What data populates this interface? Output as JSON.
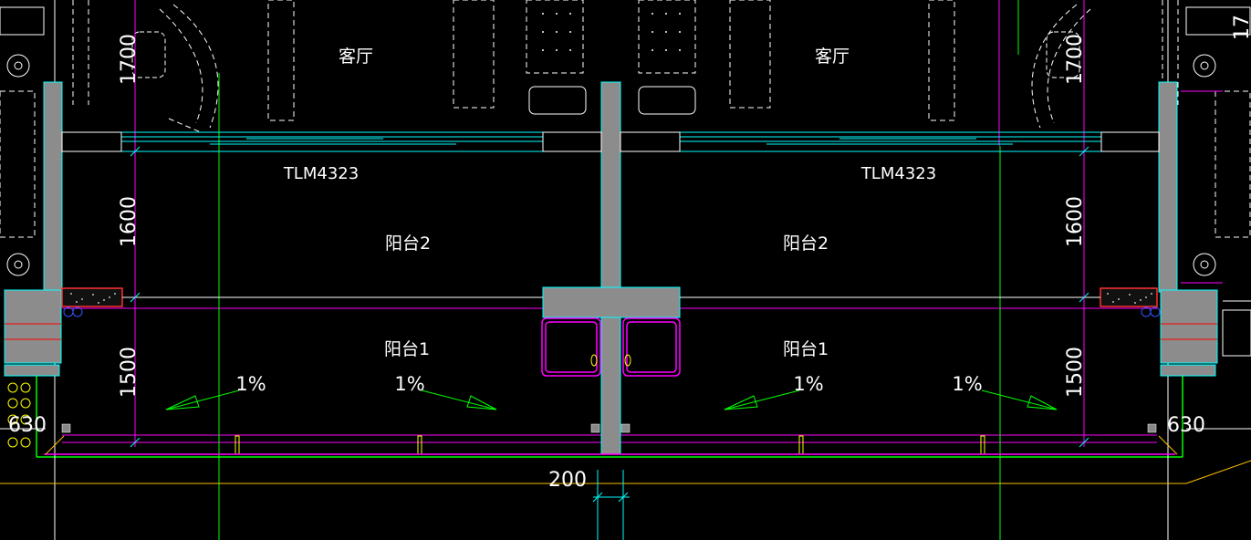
{
  "drawing": {
    "room_living_left": "客厅",
    "room_living_right": "客厅",
    "door_tag_left": "TLM4323",
    "door_tag_right": "TLM4323",
    "balcony2_left": "阳台2",
    "balcony2_right": "阳台2",
    "balcony1_left": "阳台1",
    "balcony1_right": "阳台1",
    "slopes": [
      "1%",
      "1%",
      "1%",
      "1%"
    ],
    "dim_1700_left": "1700",
    "dim_1700_right": "1700",
    "dim_1600_left": "1600",
    "dim_1600_right": "1600",
    "dim_1500_left": "1500",
    "dim_1500_right": "1500",
    "dim_630_left": "630",
    "dim_630_right": "630",
    "dim_200": "200",
    "dim_edge_partial": "17"
  },
  "colors": {
    "background": "#000000",
    "wall_fill": "#8c8c8c",
    "cyan": "#00ffff",
    "magenta": "#ff00ff",
    "green": "#00ff00",
    "yellow": "#ffff00",
    "white": "#ffffff",
    "red": "#ff0000",
    "blue": "#3333ff",
    "orange": "#ffc000"
  }
}
